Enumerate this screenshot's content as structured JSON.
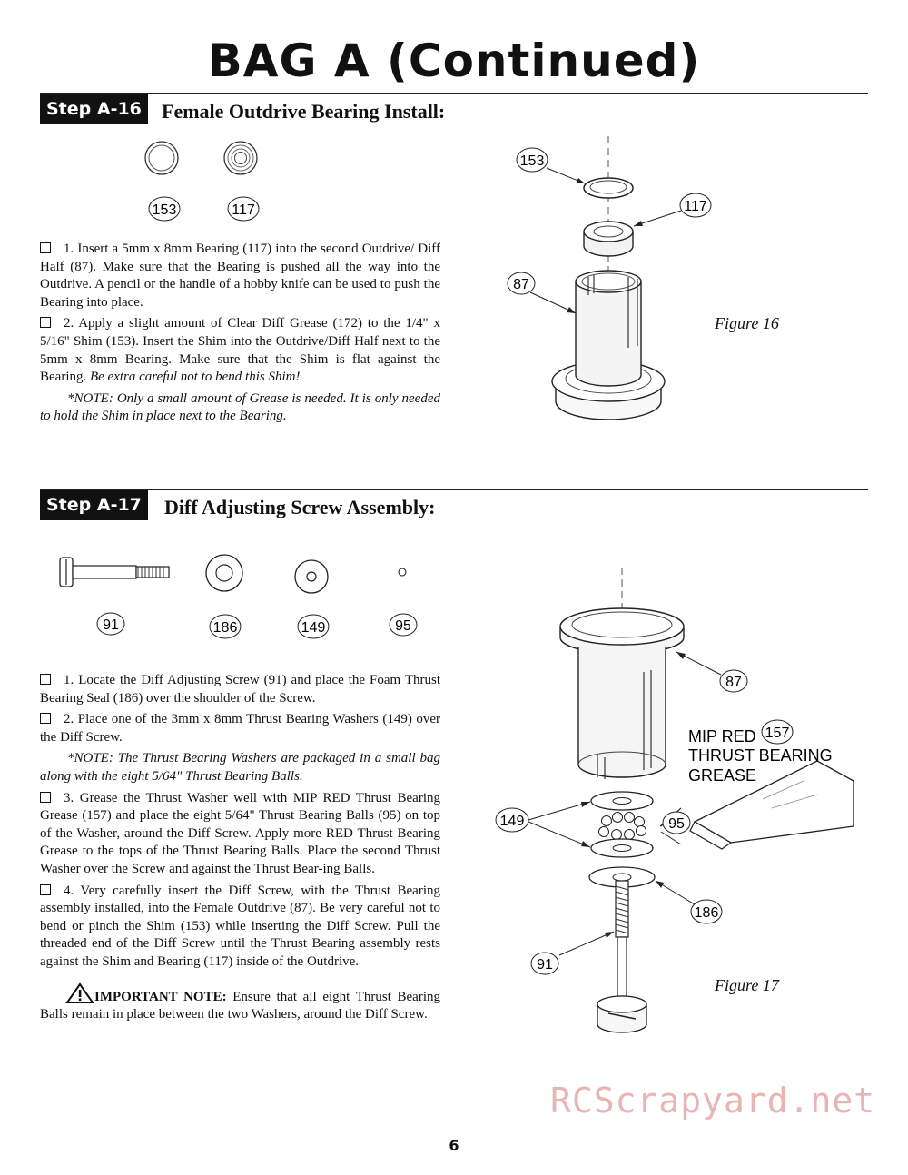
{
  "page_title": "BAG A (Continued)",
  "steps": [
    {
      "badge": "Step A-16",
      "title": "Female Outdrive Bearing Install:",
      "parts": [
        "153",
        "117"
      ],
      "paragraphs": [
        "1. Insert a 5mm x 8mm Bearing (117) into the second Outdrive/ Diff Half (87). Make sure that the Bearing is pushed all the way into the Outdrive. A pencil or the handle of a hobby knife can be used to push the Bearing into place.",
        "2. Apply a slight amount of Clear Diff Grease (172) to the 1/4\" x 5/16\" Shim (153). Insert the Shim into the Outdrive/Diff Half next to the 5mm x 8mm Bearing. Make sure that the Shim is flat against the Bearing.",
        "*NOTE: Only a small amount of Grease is needed. It is only needed to hold the Shim in place next to the Bearing."
      ],
      "paragraph_2_emphasis": "Be extra careful not to bend this Shim!",
      "figure": {
        "label": "Figure 16",
        "callouts": [
          "153",
          "117",
          "87"
        ]
      }
    },
    {
      "badge": "Step A-17",
      "title": "Diff Adjusting Screw Assembly:",
      "parts": [
        "91",
        "186",
        "149",
        "95"
      ],
      "paragraphs": [
        "1. Locate the Diff Adjusting Screw (91) and place the Foam Thrust Bearing Seal (186) over the shoulder of the Screw.",
        "2. Place one of the 3mm x 8mm Thrust Bearing Washers (149) over the Diff Screw.",
        "*NOTE: The Thrust Bearing Washers are packaged in a small bag along with the eight 5/64\" Thrust Bearing Balls.",
        "3. Grease the Thrust Washer well with MIP RED Thrust Bearing Grease (157) and place the eight 5/64\" Thrust Bearing Balls (95) on top of the Washer, around the Diff Screw. Apply more RED Thrust Bearing Grease to the tops of the Thrust Bearing Balls. Place the second Thrust Washer over the Screw and against the Thrust Bear-ing Balls.",
        "4. Very carefully insert the Diff Screw, with the Thrust Bearing assembly installed, into the Female Outdrive (87). Be very careful not to bend or pinch the Shim (153) while inserting the Diff Screw. Pull the threaded end of the Diff Screw until the Thrust Bearing assembly rests against the Shim and Bearing (117) inside of the Outdrive."
      ],
      "important_label": "IMPORTANT NOTE:",
      "important_text": "Ensure that all eight Thrust Bearing Balls remain in place between the two Washers, around the Diff Screw.",
      "figure": {
        "label": "Figure 17",
        "callouts": [
          "87",
          "157",
          "149",
          "95",
          "186",
          "91"
        ],
        "grease_label": [
          "MIP RED",
          "THRUST BEARING",
          "GREASE"
        ]
      }
    }
  ],
  "watermark": "RCScrapyard.net",
  "page_number": "6"
}
